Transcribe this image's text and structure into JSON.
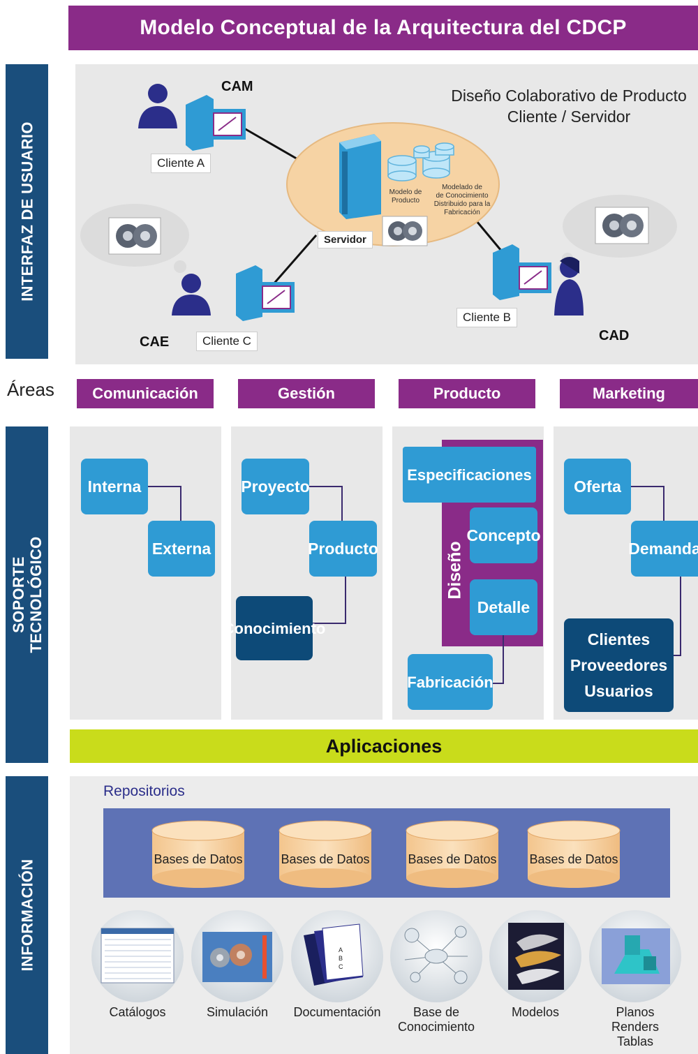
{
  "title": "Modelo Conceptual de la Arquitectura del CDCP",
  "sections": {
    "ui": "INTERFAZ DE USUARIO",
    "soporte_line1": "SOPORTE",
    "soporte_line2": "TECNOLÓGICO",
    "informacion": "INFORMACIÓN"
  },
  "ui_panel": {
    "heading_line1": "Diseño Colaborativo de Producto",
    "heading_line2": "Cliente / Servidor",
    "cam": "CAM",
    "cae": "CAE",
    "cad": "CAD",
    "cliente_a": "Cliente A",
    "cliente_b": "Cliente B",
    "cliente_c": "Cliente C",
    "servidor": "Servidor",
    "modelo_line1": "Modelo de",
    "modelo_line2": "Producto",
    "modelado_line1": "Modelado de",
    "modelado_line2": "de Conocimiento",
    "modelado_line3": "Distribuido para la",
    "modelado_line4": "Fabricación"
  },
  "areas_label": "Áreas",
  "areas": [
    "Comunicación",
    "Gestión",
    "Producto",
    "Marketing"
  ],
  "comunicacion": {
    "interna": "Interna",
    "externa": "Externa"
  },
  "gestion": {
    "proyecto": "Proyecto",
    "producto": "Producto",
    "conocimiento": "Conocimiento"
  },
  "producto": {
    "especificaciones": "Especificaciones",
    "diseno": "Diseño",
    "concepto": "Concepto",
    "detalle": "Detalle",
    "fabricacion": "Fabricación"
  },
  "marketing": {
    "oferta": "Oferta",
    "demanda": "Demanda",
    "clientes": "Clientes",
    "proveedores": "Proveedores",
    "usuarios": "Usuarios"
  },
  "aplicaciones": "Aplicaciones",
  "repositorios": "Repositorios",
  "databases": [
    "Bases de Datos",
    "Bases de Datos",
    "Bases de Datos",
    "Bases de Datos"
  ],
  "resources": {
    "catalogos": "Catálogos",
    "simulacion": "Simulación",
    "documentacion": "Documentación",
    "base_line1": "Base de",
    "base_line2": "Conocimiento",
    "modelos": "Modelos",
    "planos": "Planos",
    "renders": "Renders",
    "tablas": "Tablas"
  },
  "colors": {
    "purple": "#8a2b88",
    "navy": "#1a4e7c",
    "blue_box": "#2f9bd4",
    "dark_box": "#0d4a78",
    "lime": "#c9dc1b",
    "repo": "#5e72b5"
  }
}
